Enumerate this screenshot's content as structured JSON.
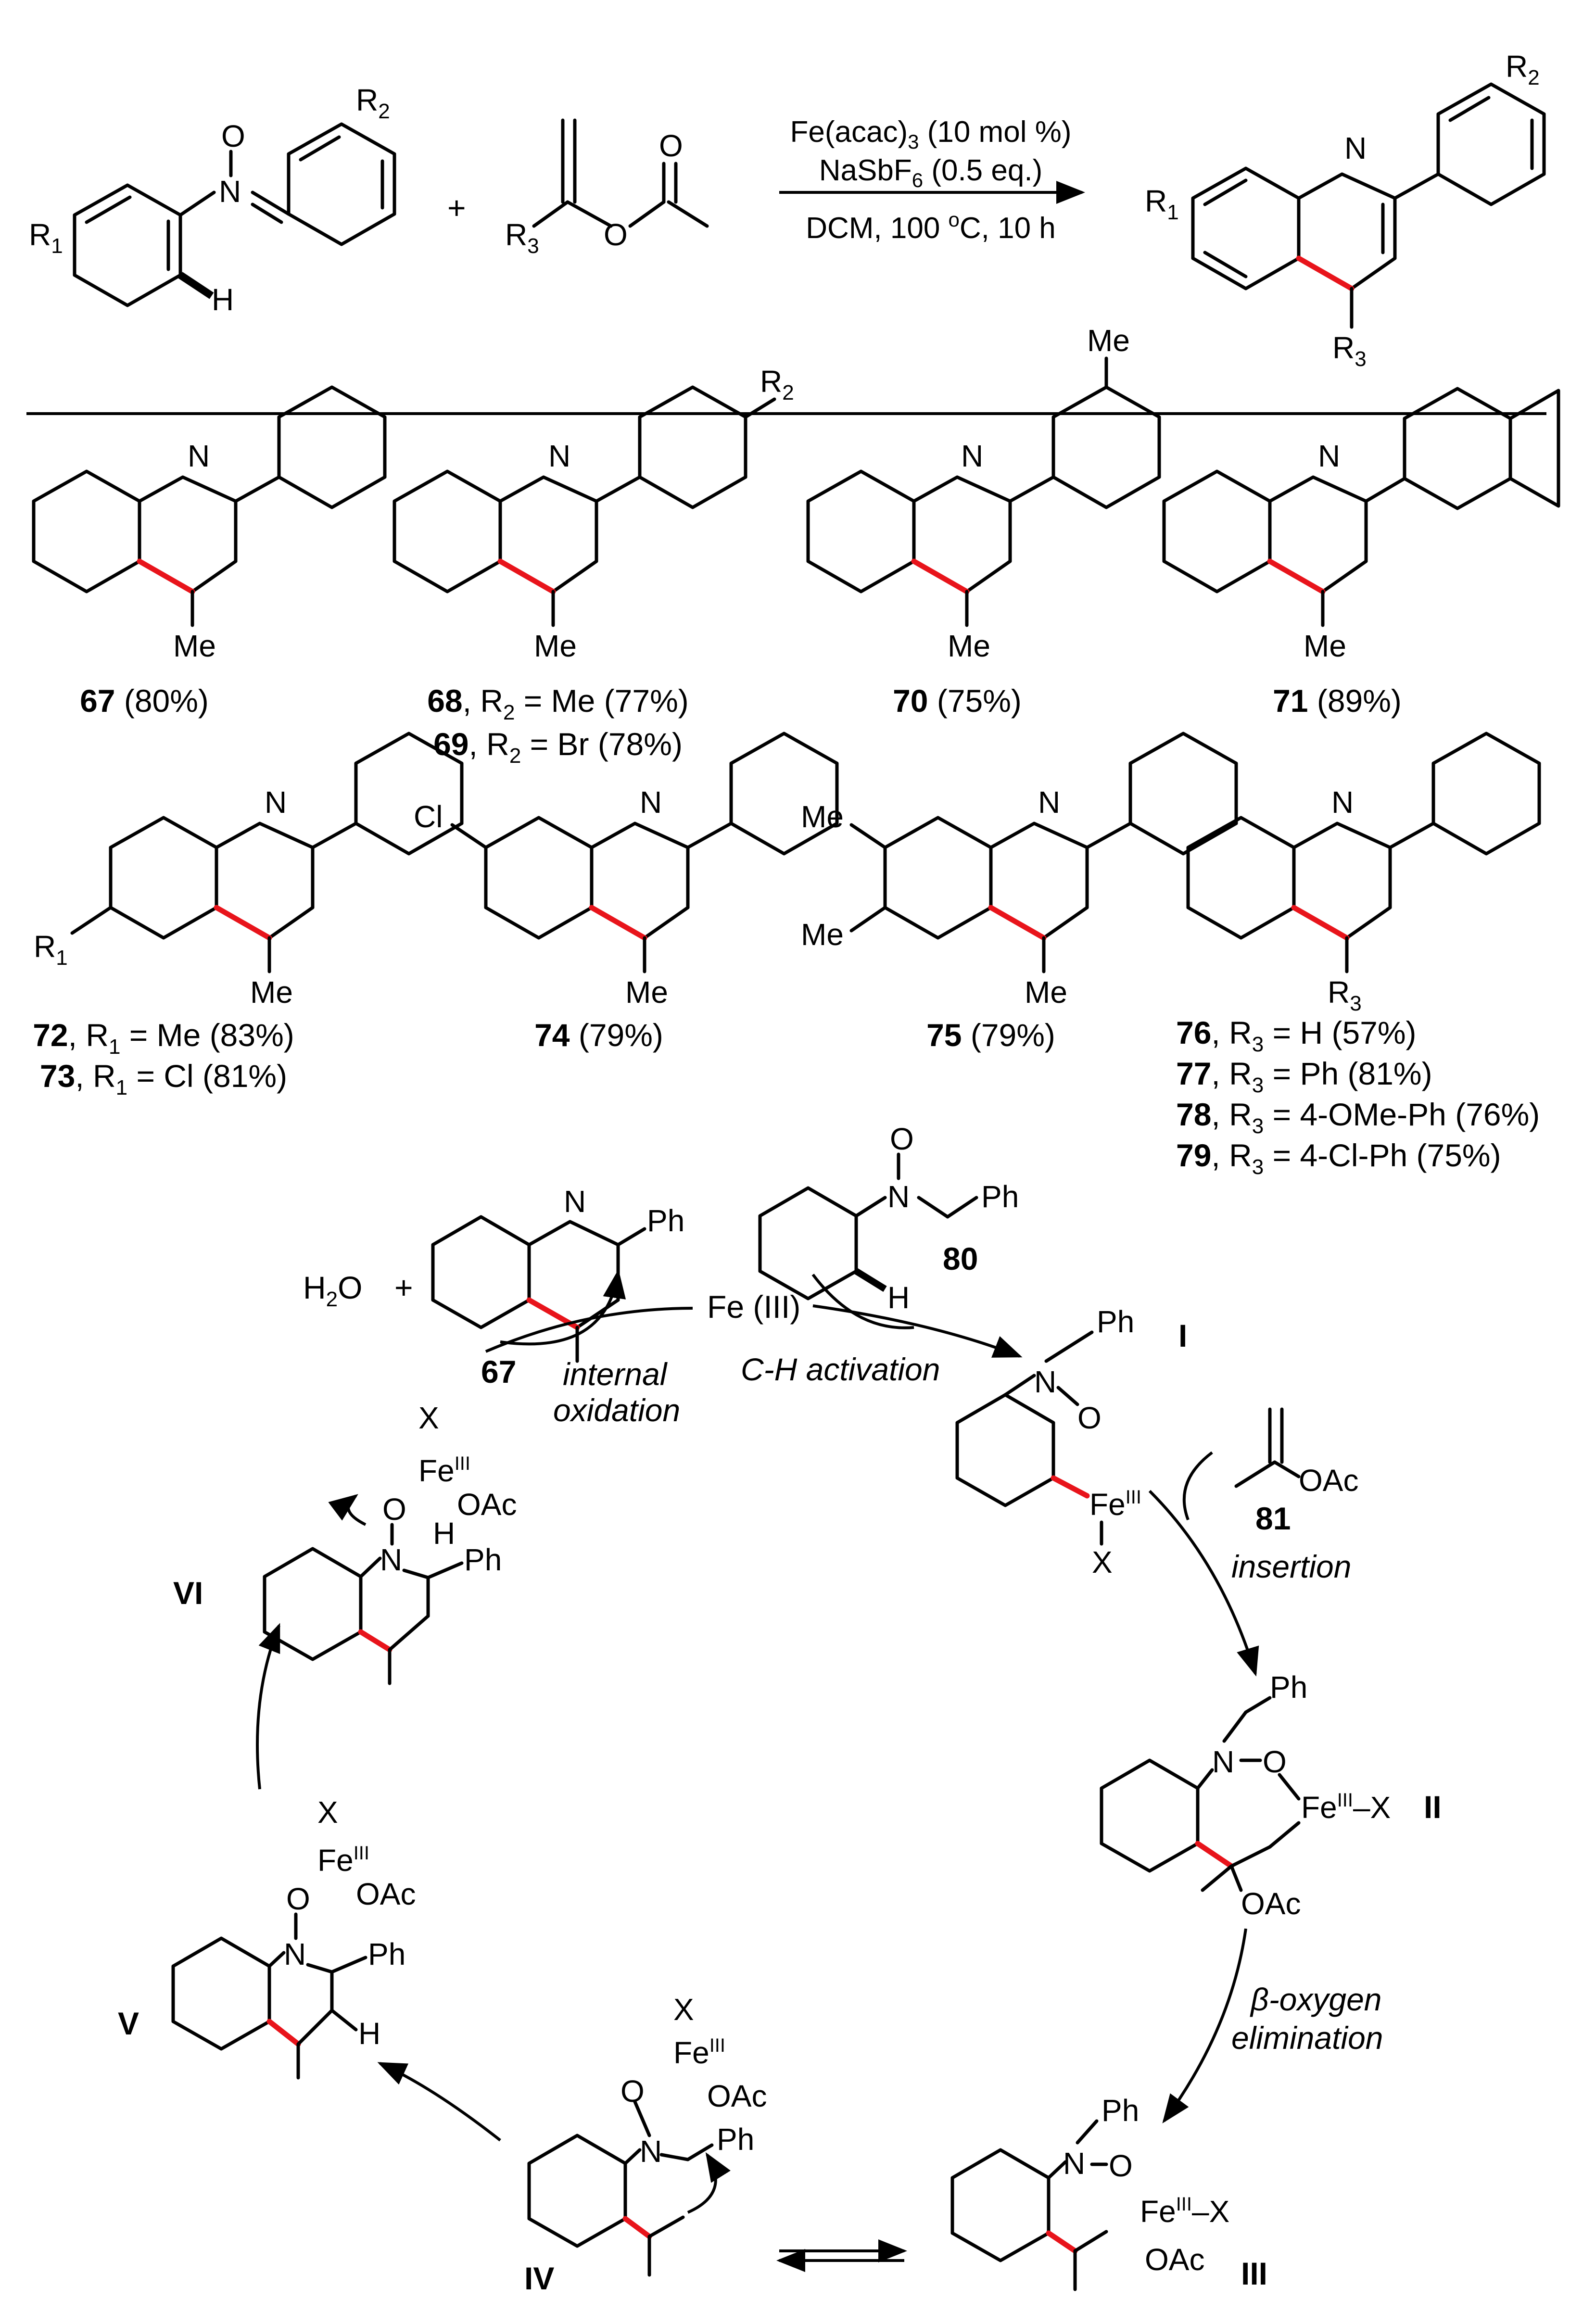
{
  "header_reaction": {
    "reagent_line1": "Fe(acac)",
    "reagent_line1_sub": "3",
    "reagent_line1_tail": " (10 mol %)",
    "reagent_line2": "NaSbF",
    "reagent_line2_sub": "6",
    "reagent_line2_tail": " (0.5 eq.)",
    "conditions": "DCM, 100 ",
    "conditions_sup": "o",
    "conditions_tail": "C, 10 h",
    "plus": "+",
    "atoms": {
      "N": "N",
      "O": "O",
      "H": "H",
      "R1": "R",
      "R1_sub": "1",
      "R2": "R",
      "R2_sub": "2",
      "R3": "R",
      "R3_sub": "3"
    }
  },
  "products": [
    {
      "id": "67",
      "text": " (80%)"
    },
    {
      "id": "68",
      "text": ", R",
      "sub": "2",
      "tail": " = Me (77%)"
    },
    {
      "id": "69",
      "text": ", R",
      "sub": "2",
      "tail": " = Br (78%)"
    },
    {
      "id": "70",
      "text": " (75%)"
    },
    {
      "id": "71",
      "text": " (89%)"
    },
    {
      "id": "72",
      "text": ", R",
      "sub": "1",
      "tail": " = Me (83%)"
    },
    {
      "id": "73",
      "text": ", R",
      "sub": "1",
      "tail": " = Cl (81%)"
    },
    {
      "id": "74",
      "text": " (79%)"
    },
    {
      "id": "75",
      "text": " (79%)"
    },
    {
      "id": "76",
      "text": ", R",
      "sub": "3",
      "tail": " = H (57%)"
    },
    {
      "id": "77",
      "text": ", R",
      "sub": "3",
      "tail": " = Ph (81%)"
    },
    {
      "id": "78",
      "text": ", R",
      "sub": "3",
      "tail": " = 4-OMe-Ph (76%)"
    },
    {
      "id": "79",
      "text": ", R",
      "sub": "3",
      "tail": " = 4-Cl-Ph (75%)"
    }
  ],
  "substituents": {
    "me": "Me",
    "cl": "Cl",
    "n": "N",
    "r2": "R",
    "r2_sub": "2",
    "r1": "R",
    "r1_sub": "1",
    "r3": "R",
    "r3_sub": "3"
  },
  "mechanism": {
    "fe_catalyst": "Fe (III)",
    "step_ch": "C-H activation",
    "step_insertion": "insertion",
    "step_beta_1": "β-oxygen",
    "step_beta_2": "elimination",
    "step_internal_1": "internal",
    "step_internal_2": "oxidation",
    "water": "H",
    "water_sub": "2",
    "water_tail": "O",
    "plus": "+",
    "product_label": "67",
    "nitrone_label": "80",
    "alkene_label": "81",
    "intermediates": [
      "I",
      "II",
      "III",
      "IV",
      "V",
      "VI"
    ],
    "groups": {
      "ph": "Ph",
      "oac": "OAc",
      "x": "X",
      "fe": "Fe",
      "fe_ox": "III",
      "o": "O",
      "n": "N",
      "h": "H"
    }
  },
  "colors": {
    "new_bond": "#e8141b",
    "ink": "#000000"
  }
}
